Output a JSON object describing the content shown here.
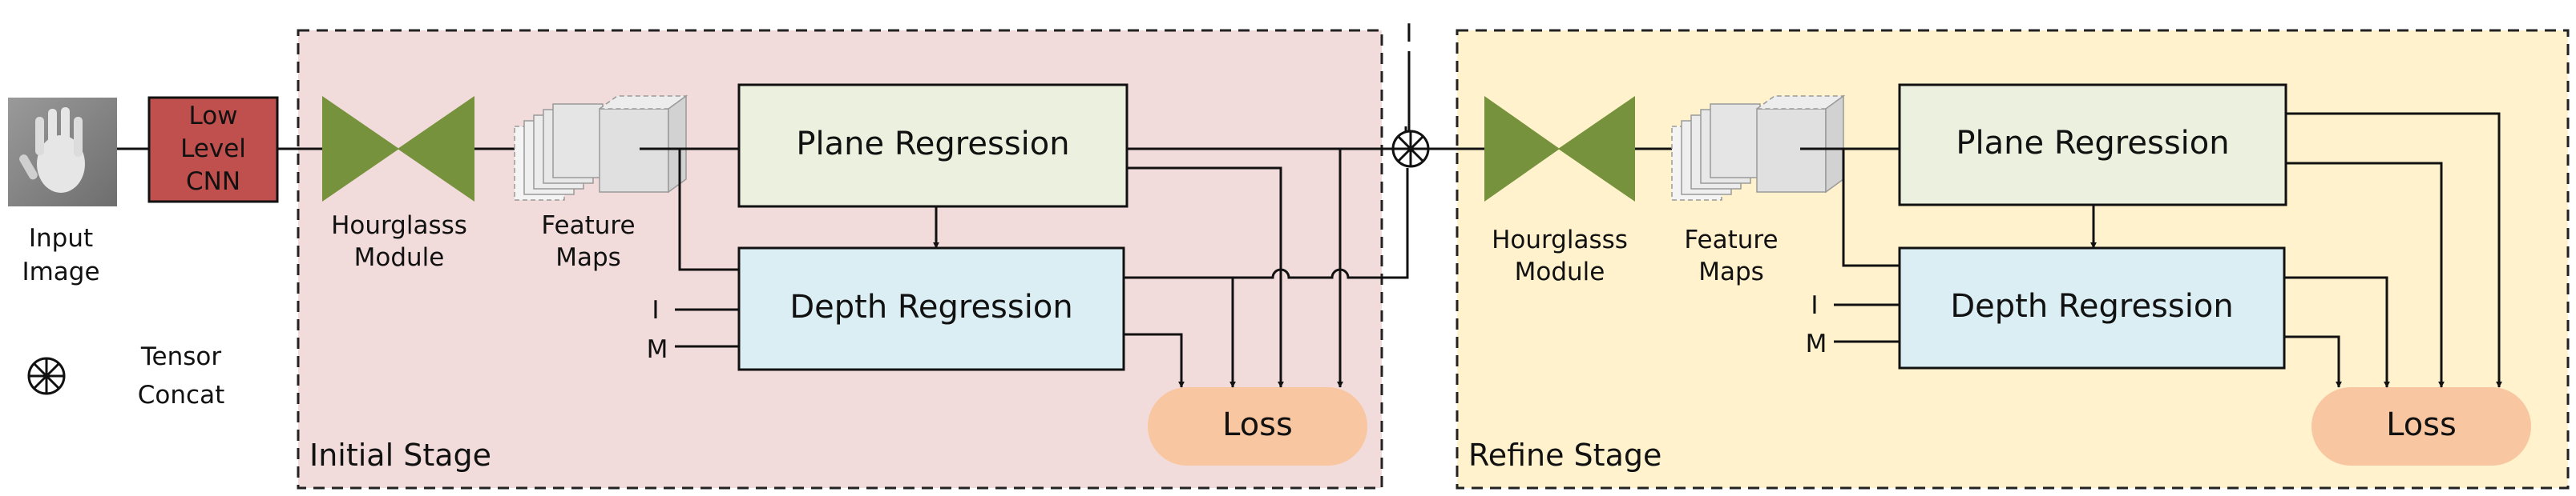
{
  "input": {
    "label_line1": "Input",
    "label_line2": "Image"
  },
  "low_cnn": {
    "line1": "Low",
    "line2": "Level",
    "line3": "CNN"
  },
  "legend": {
    "line1": "Tensor",
    "line2": "Concat"
  },
  "concat_input_label": "I",
  "initial": {
    "stage_label": "Initial Stage",
    "hourglass_line1": "Hourglasss",
    "hourglass_line2": "Module",
    "feature_line1": "Feature",
    "feature_line2": "Maps",
    "plane": "Plane Regression",
    "depth": "Depth Regression",
    "input_i": "I",
    "input_m": "M",
    "loss": "Loss"
  },
  "refine": {
    "stage_label": "Refine Stage",
    "hourglass_line1": "Hourglasss",
    "hourglass_line2": "Module",
    "feature_line1": "Feature",
    "feature_line2": "Maps",
    "plane": "Plane Regression",
    "depth": "Depth Regression",
    "input_i": "I",
    "input_m": "M",
    "loss": "Loss"
  },
  "colors": {
    "initial_bg": "#f2dcdb",
    "refine_bg": "#fff2cc",
    "low_cnn": "#c0504d",
    "hourglass": "#76923c",
    "plane_fill": "#ebf1de",
    "depth_fill": "#daeef3",
    "loss_fill": "#f8c6a0"
  }
}
